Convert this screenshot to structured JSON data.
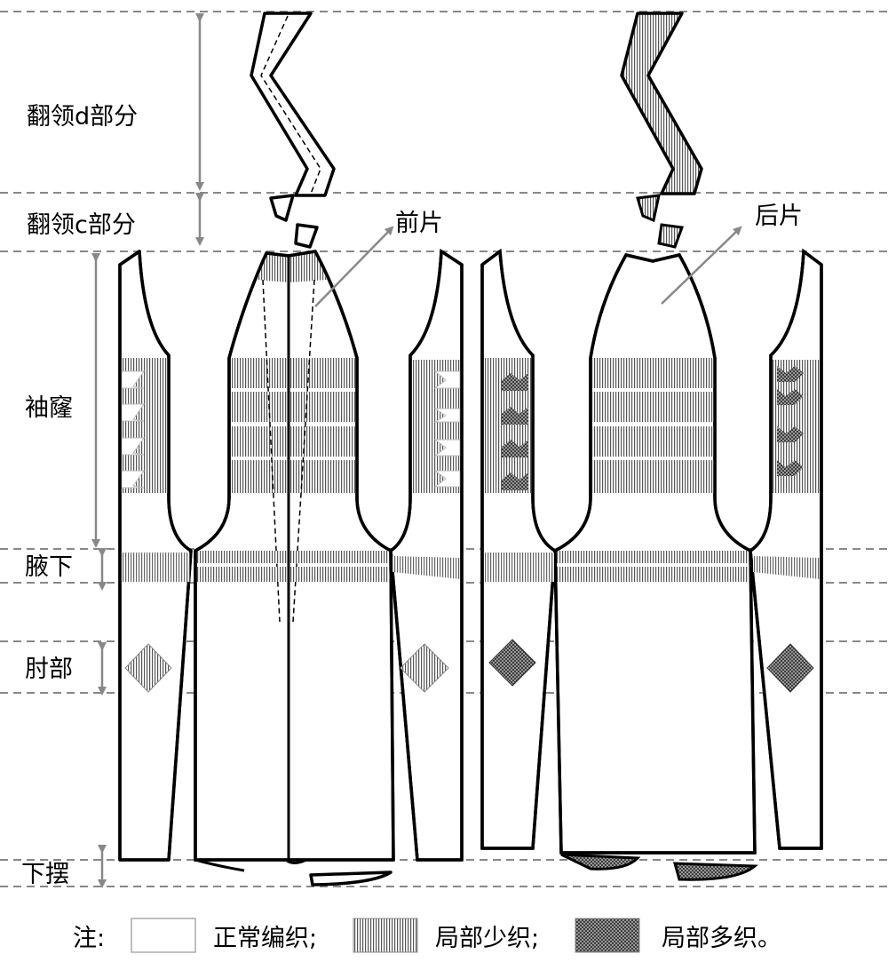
{
  "section_labels": {
    "collar_d": "翻领d部分",
    "collar_c": "翻领c部分",
    "armhole": "袖窿",
    "underarm": "腋下",
    "elbow": "肘部",
    "hem": "下摆"
  },
  "piece_labels": {
    "front": "前片",
    "back": "后片"
  },
  "legend": {
    "note": "注:",
    "normal": "正常编织;",
    "less": "局部少织;",
    "more": "局部多织。"
  },
  "colors": {
    "outline": "#000000",
    "guide_line": "#888888",
    "pointer_arrow": "#888888"
  }
}
